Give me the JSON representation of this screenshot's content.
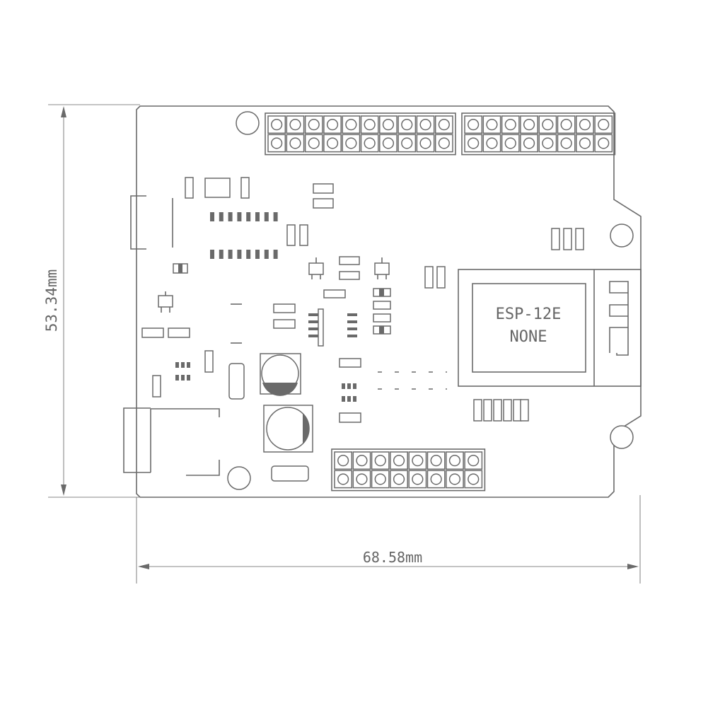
{
  "dimensions": {
    "height_label": "53.34mm",
    "width_label": "68.58mm"
  },
  "module": {
    "line1": "ESP-12E",
    "line2": "NONE"
  },
  "colors": {
    "line": "#6a6a6a",
    "background": "#ffffff"
  }
}
